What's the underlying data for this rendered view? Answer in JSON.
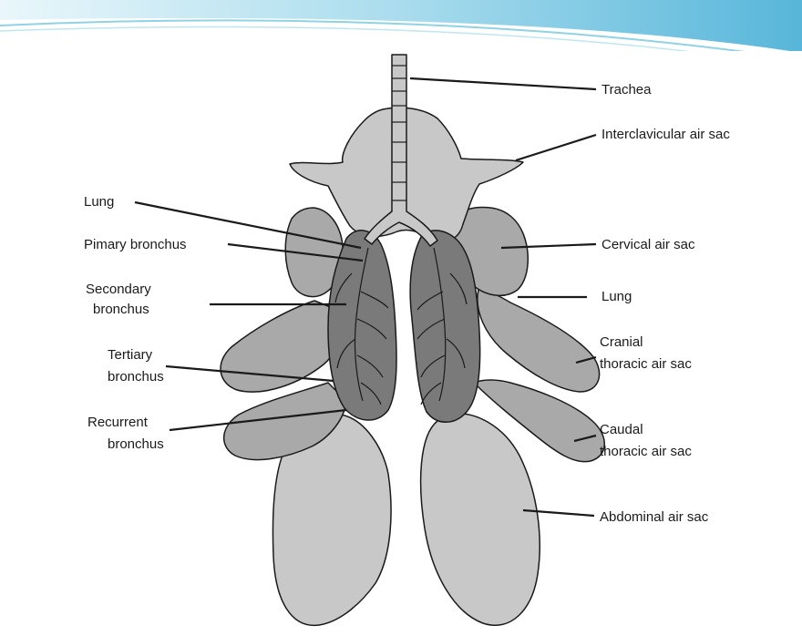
{
  "labels": {
    "trachea": "Trachea",
    "interclavicular_air_sac": "Interclavicular air sac",
    "lung_left": "Lung",
    "primary_bronchus": "Pimary bronchus",
    "cervical_air_sac": "Cervical air sac",
    "secondary_bronchus_1": "Secondary",
    "secondary_bronchus_2": "bronchus",
    "lung_right": "Lung",
    "tertiary_bronchus_1": "Tertiary",
    "tertiary_bronchus_2": "bronchus",
    "cranial_thoracic_1": "Cranial",
    "cranial_thoracic_2": "thoracic air sac",
    "recurrent_bronchus_1": "Recurrent",
    "recurrent_bronchus_2": "bronchus",
    "caudal_thoracic_1": "Caudal",
    "caudal_thoracic_2": "thoracic air sac",
    "abdominal_air_sac": "Abdominal air sac"
  },
  "colors": {
    "air_sac_light": "#c8c8c8",
    "air_sac_mid": "#a9a9a9",
    "lung_dark": "#7a7a7a",
    "outline": "#1a1a1a",
    "swoosh_blue": "#4fb3d9",
    "swoosh_teal": "#7fd0e0"
  }
}
